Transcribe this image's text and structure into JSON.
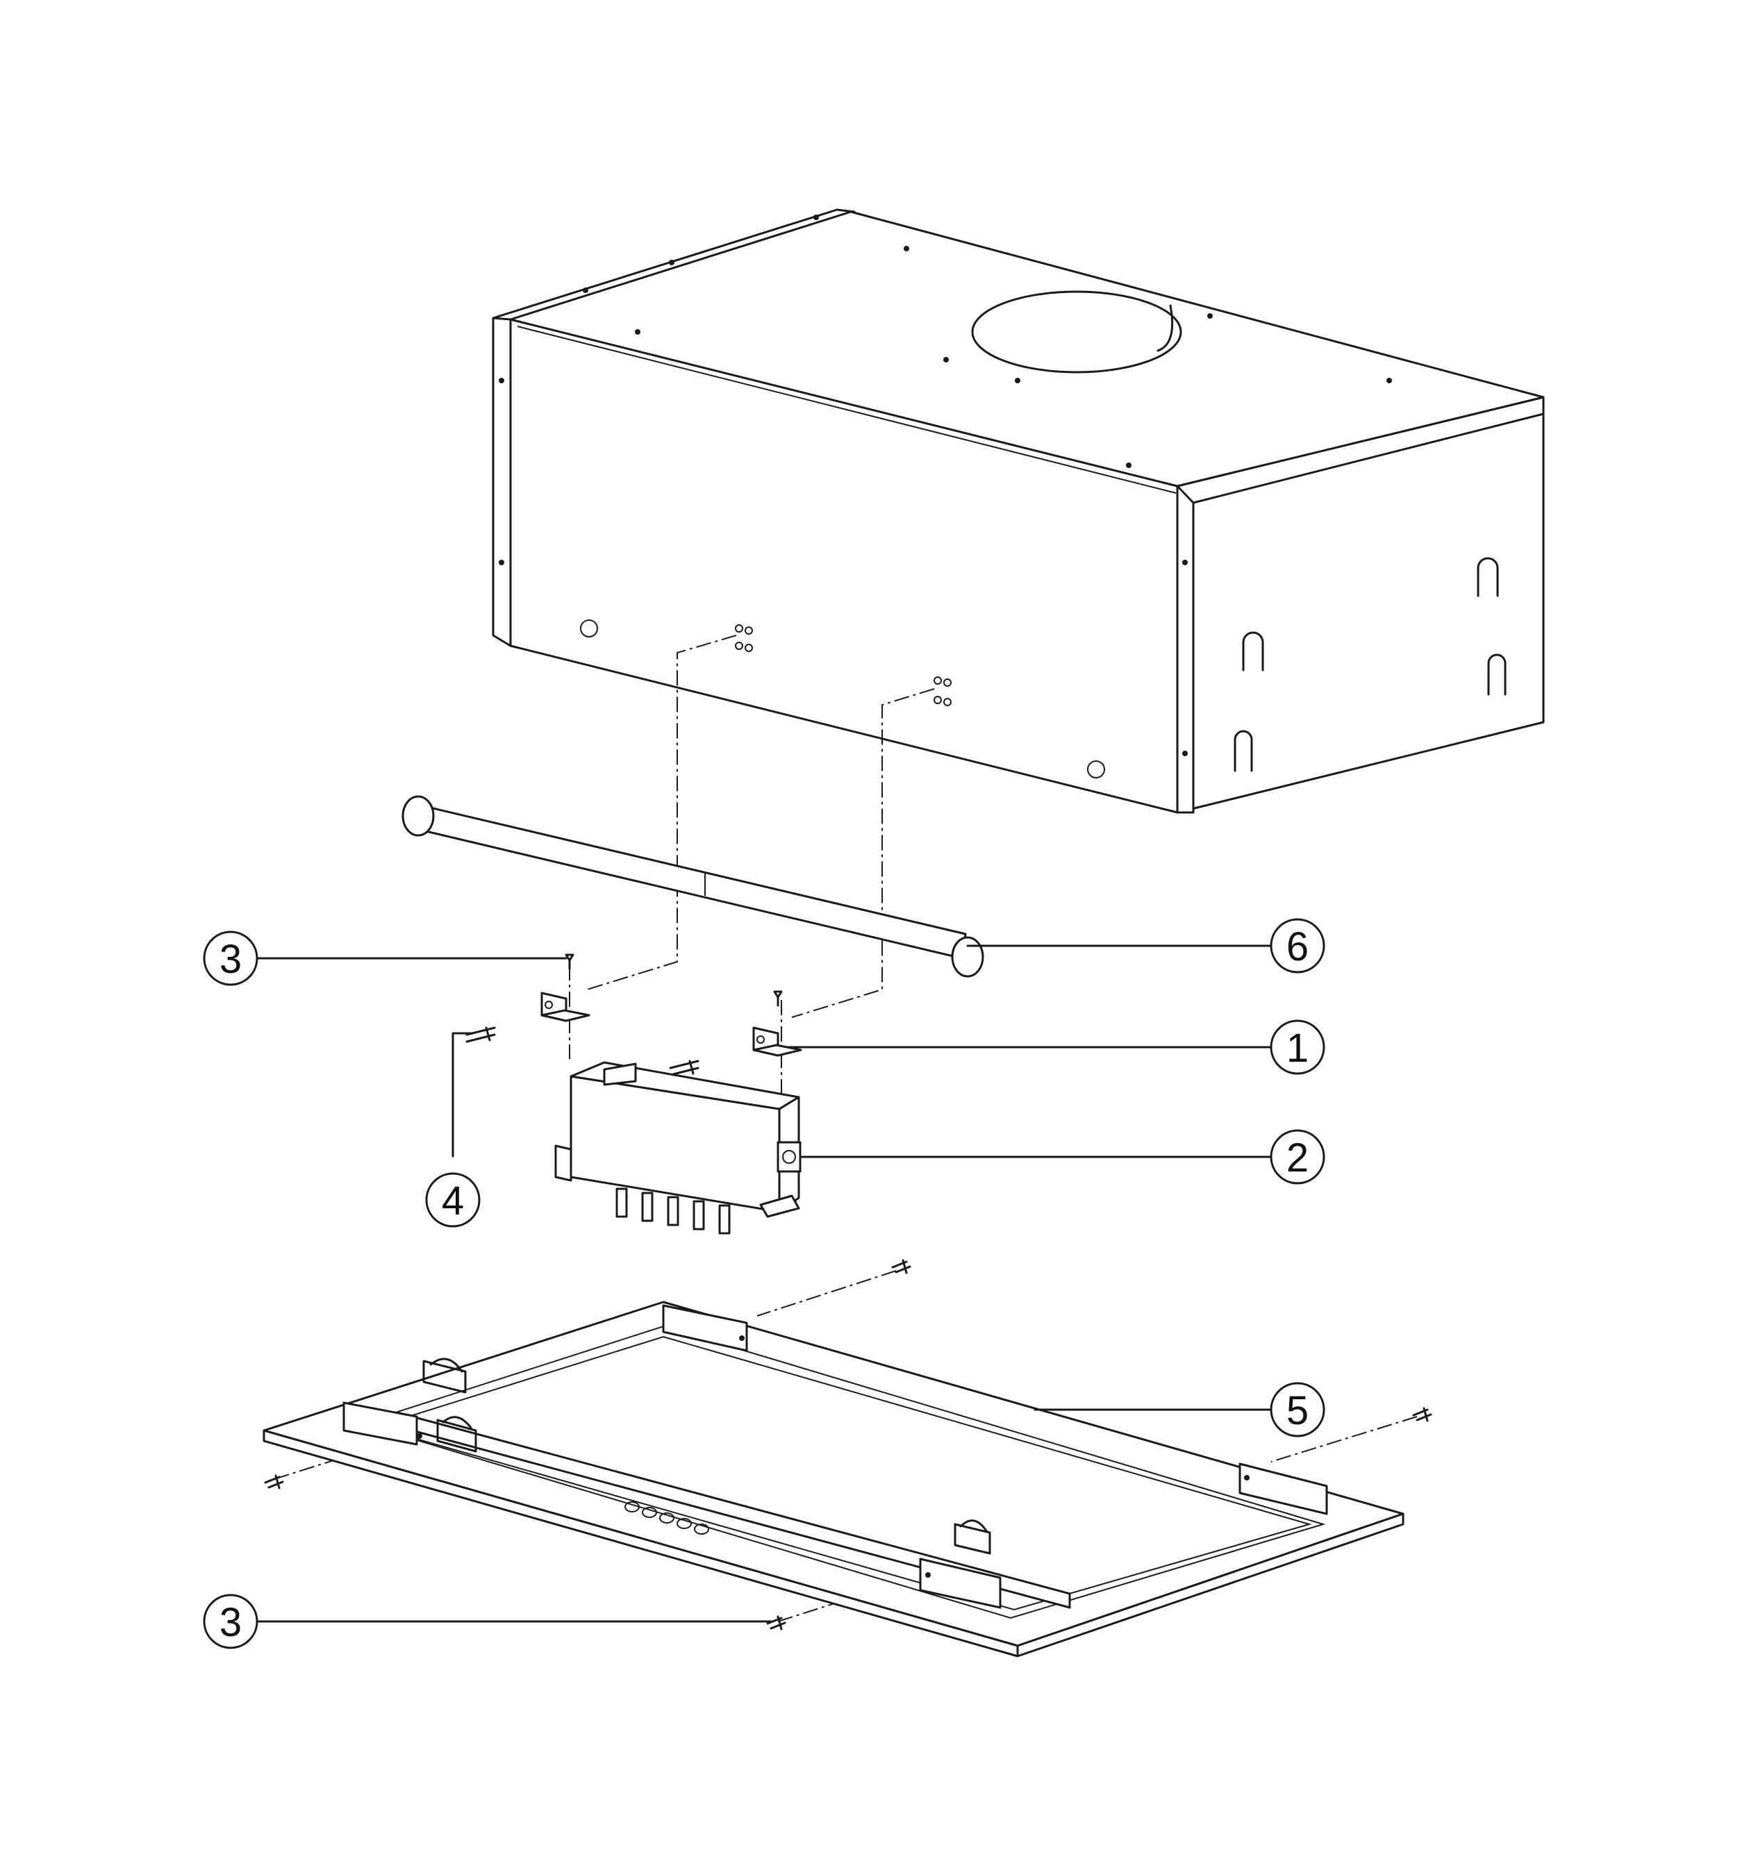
{
  "callouts": [
    {
      "id": "c1",
      "label": "1"
    },
    {
      "id": "c2",
      "label": "2"
    },
    {
      "id": "c3a",
      "label": "3"
    },
    {
      "id": "c3b",
      "label": "3"
    },
    {
      "id": "c4",
      "label": "4"
    },
    {
      "id": "c5",
      "label": "5"
    },
    {
      "id": "c6",
      "label": "6"
    }
  ],
  "colors": {
    "line": "#1a1a1a",
    "background": "#ffffff"
  }
}
